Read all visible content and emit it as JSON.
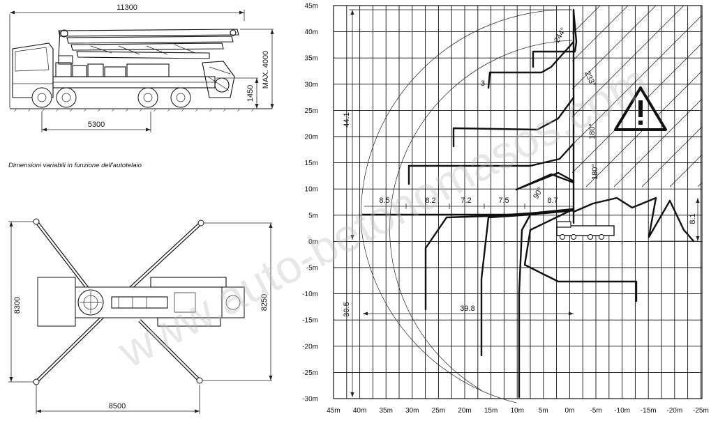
{
  "side_view": {
    "overall_length": "11300",
    "wheelbase": "5300",
    "max_height": "MAX. 4000",
    "height_ref": "1450"
  },
  "note": "Dimensioni variabili in funzione dell'autotelaio",
  "top_view": {
    "width_front": "8300",
    "width_rear": "8250",
    "span": "8500"
  },
  "reach_chart": {
    "y_ticks": [
      "45m",
      "40m",
      "35m",
      "30m",
      "25m",
      "20m",
      "15m",
      "10m",
      "5m",
      "0m",
      "-5m",
      "-10m",
      "-15m",
      "-20m",
      "-25m",
      "-30m"
    ],
    "x_ticks": [
      "45m",
      "40m",
      "35m",
      "30m",
      "25m",
      "20m",
      "15m",
      "10m",
      "5m",
      "0m",
      "-5m",
      "-10m",
      "-15m",
      "-20m",
      "-25m"
    ],
    "max_height": "44.1",
    "max_depth": "30.5",
    "max_reach_low": "39.8",
    "segments": [
      "8.5",
      "8.2",
      "7.2",
      "7.5",
      "8.7"
    ],
    "folded_height": "8.1",
    "end_hose": "3",
    "angles": [
      "244°",
      "233°",
      "180°",
      "180°",
      "90°"
    ]
  },
  "watermark": "www.auto-betonomasos.com"
}
